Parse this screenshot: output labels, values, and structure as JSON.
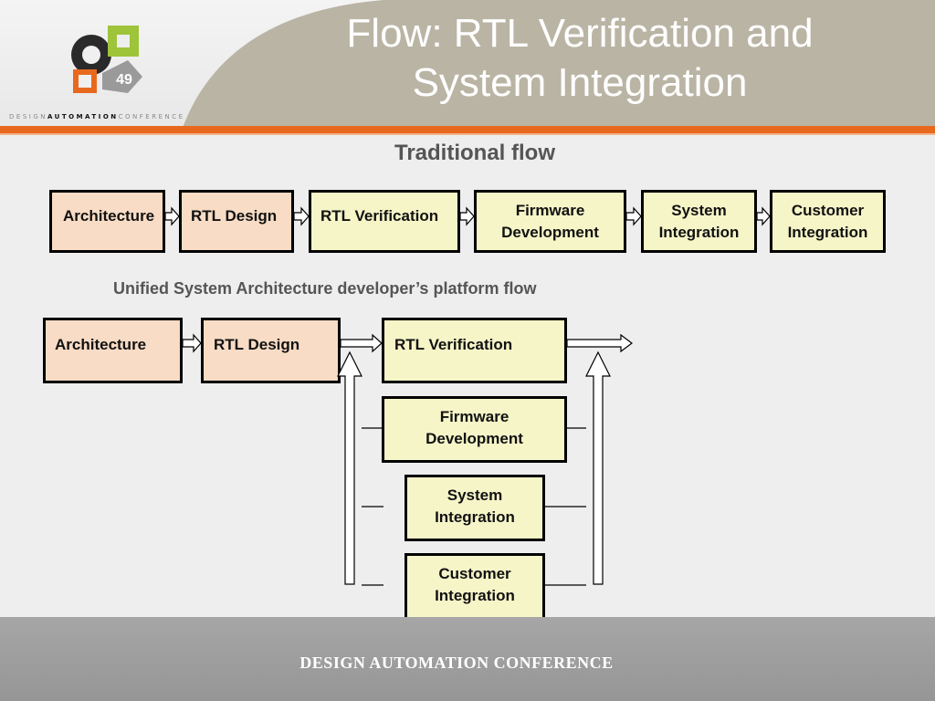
{
  "header": {
    "title_line1": "Flow: RTL Verification and",
    "title_line2": "System Integration",
    "brand_prefix": "DESIGN",
    "brand_bold": "AUTOMATION",
    "brand_suffix": "CONFERENCE",
    "logo_number": "49"
  },
  "traditional": {
    "heading": "Traditional flow",
    "boxes": [
      "Architecture",
      "RTL Design",
      "RTL Verification",
      "Firmware Development",
      "System Integration",
      "Customer Integration"
    ]
  },
  "unified": {
    "heading": "Unified System Architecture developer’s platform flow",
    "boxes": [
      "Architecture",
      "RTL Design",
      "RTL Verification",
      "Firmware Development",
      "System Integration",
      "Customer Integration"
    ]
  },
  "footer": {
    "text": "DESIGN AUTOMATION CONFERENCE"
  },
  "colors": {
    "accent": "#e8691e",
    "peach": "#f8dcc5",
    "yellow": "#f6f5c8",
    "footer": "#9e9e9e"
  }
}
